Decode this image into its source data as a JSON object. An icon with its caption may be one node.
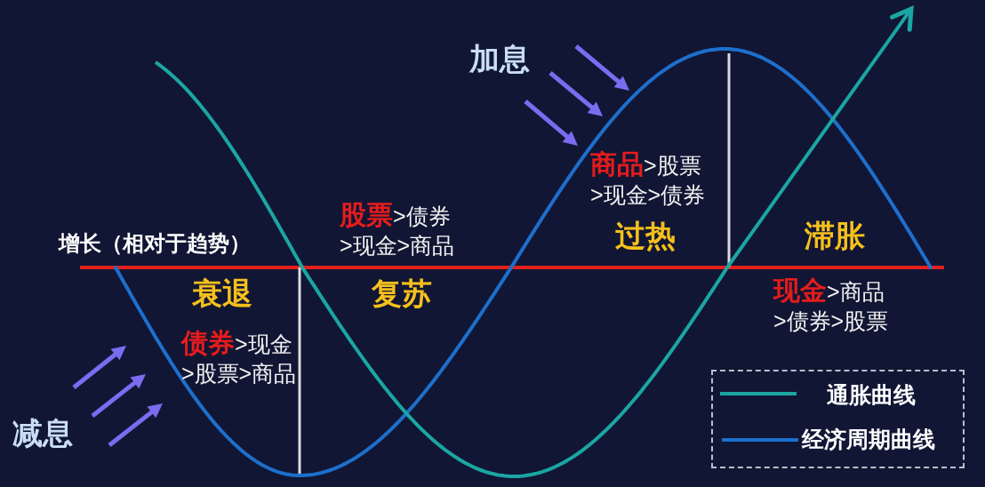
{
  "diagram": {
    "labels": [
      "加息",
      "**商品**>股票>现金>债券",
      "**股票**>债券>现金>商品",
      "过热",
      "滞胀",
      "增长（相对于趋势）",
      "衰退",
      "复苏",
      "**现金**>商品>债券>股票",
      "**债券**>现金>股票>商品",
      "减息"
    ],
    "legend": [
      {
        "text": "通胀曲线"
      },
      {
        "text": "经济周期曲线"
      }
    ]
  }
}
